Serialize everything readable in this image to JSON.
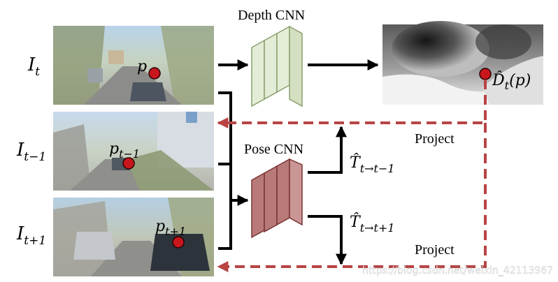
{
  "labels": {
    "depth_cnn": "Depth CNN",
    "pose_cnn": "Pose CNN",
    "project_top": "Project",
    "project_bottom": "Project"
  },
  "frames": [
    {
      "name": "I",
      "sub": "t"
    },
    {
      "name": "I",
      "sub": "t−1"
    },
    {
      "name": "I",
      "sub": "t+1"
    }
  ],
  "points": [
    {
      "name": "p",
      "sub": ""
    },
    {
      "name": "p",
      "sub": "t−1"
    },
    {
      "name": "p",
      "sub": "t+1"
    }
  ],
  "depth_output": {
    "name": "D̂",
    "sub": "t",
    "arg": "(p)"
  },
  "pose_outputs": [
    {
      "name": "T̂",
      "sub": "t→t−1"
    },
    {
      "name": "T̂",
      "sub": "t→t+1"
    }
  ],
  "watermark": "https://blog.csdn.net/weixin_42113967",
  "colors": {
    "depth_fill": "#e3ecd6",
    "depth_stroke": "#8a9f6e",
    "pose_fill": "#b06a6a",
    "pose_stroke": "#7a3535",
    "point": "#c8161d",
    "dashed": "#b84444"
  }
}
